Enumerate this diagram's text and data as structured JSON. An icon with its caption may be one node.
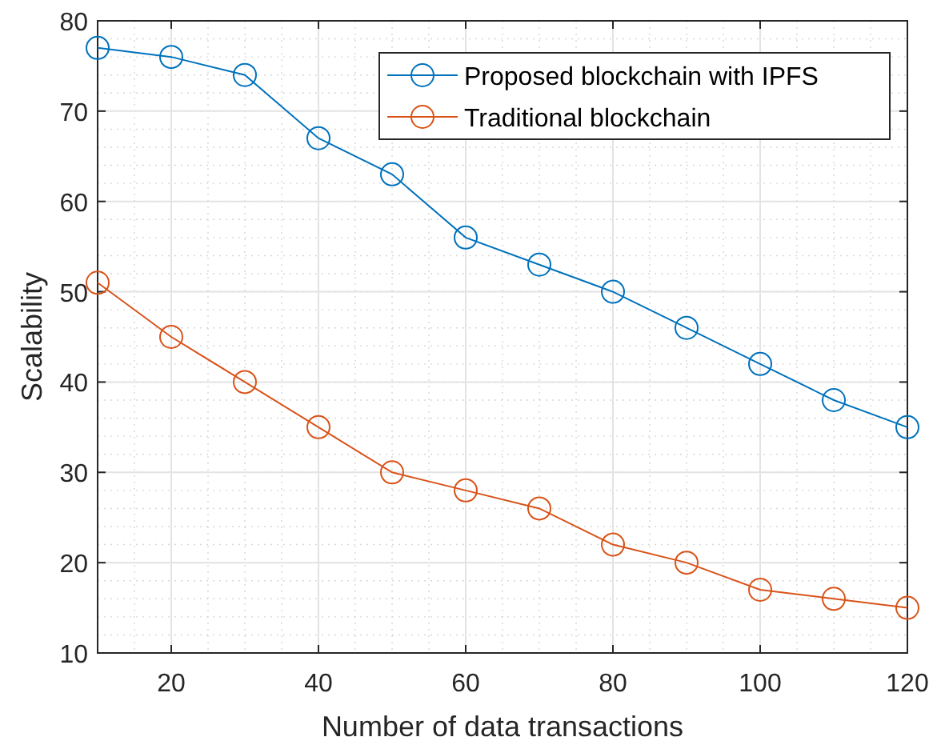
{
  "diagram": {
    "chart_data": {
      "type": "line",
      "xlabel": "Number of data transactions",
      "ylabel": "Scalability",
      "x": [
        10,
        20,
        30,
        40,
        50,
        60,
        70,
        80,
        90,
        100,
        110,
        120
      ],
      "xlim": [
        10,
        120
      ],
      "ylim": [
        10,
        80
      ],
      "xticks": [
        20,
        40,
        60,
        80,
        100,
        120
      ],
      "yticks": [
        10,
        20,
        30,
        40,
        50,
        60,
        70,
        80
      ],
      "grid": true,
      "legend": true,
      "series": [
        {
          "name": "Proposed blockchain with IPFS",
          "color": "#0072bd",
          "marker": "circle",
          "values": [
            77,
            76,
            74,
            67,
            63,
            56,
            53,
            50,
            46,
            42,
            38,
            35
          ]
        },
        {
          "name": "Traditional blockchain",
          "color": "#d95319",
          "marker": "circle",
          "values": [
            51,
            45,
            40,
            35,
            30,
            28,
            26,
            22,
            20,
            17,
            16,
            15
          ]
        }
      ]
    }
  }
}
